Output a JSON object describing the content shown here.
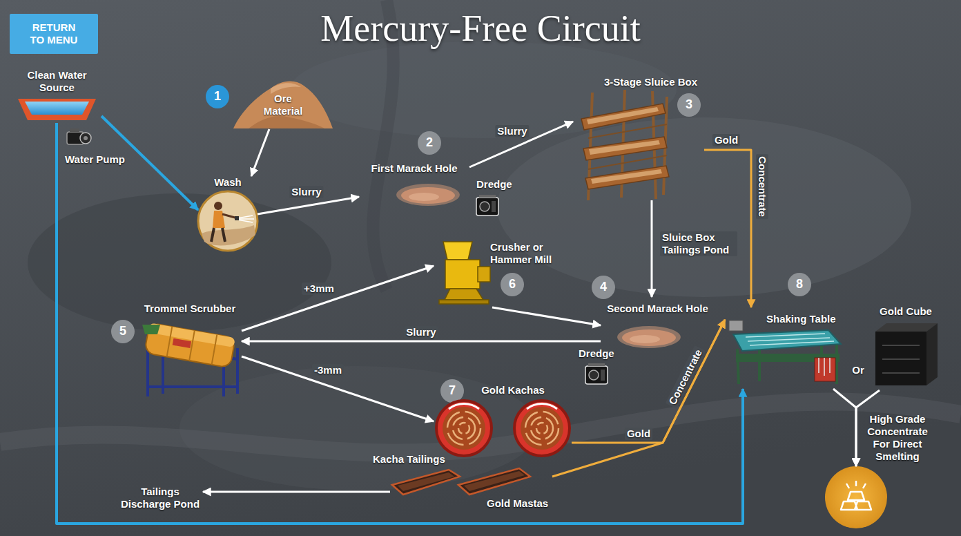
{
  "diagram": {
    "title": "Mercury-Free Circuit",
    "nodes": [
      {
        "text": [
          "RETURN TO MENU"
        ]
      },
      {
        "text": [
          "Clean Water Source"
        ]
      },
      {
        "text": [
          "Ore Material"
        ]
      },
      {
        "text": [
          "Wash"
        ]
      },
      {
        "text": [
          "First Marack Hole"
        ]
      },
      {
        "text": [
          "3-Stage Sluice Box"
        ]
      },
      {
        "text": [
          "Crusher or Hammer Mill"
        ]
      },
      {
        "text": [
          "Trommel Scrubber"
        ]
      },
      {
        "text": [
          "Second Marack Hole"
        ]
      },
      {
        "text": [
          "Shaking Table"
        ]
      },
      {
        "text": [
          "Gold Cube"
        ]
      },
      {
        "text": [
          "Gold Kachas"
        ]
      },
      {
        "text": [
          "High Grade Concentrate For Direct Smelting"
        ]
      },
      {
        "text": [
          "Gold Mastas"
        ]
      },
      {
        "text": [
          "Tailings Discharge Pond"
        ]
      }
    ],
    "edges": [
      {
        "from": 2,
        "to": 3,
        "arrow": "to"
      },
      {
        "from": 1,
        "to": 3,
        "arrow": "to"
      },
      {
        "from": 3,
        "to": 4,
        "label": "Slurry",
        "arrow": "to"
      },
      {
        "from": 4,
        "to": 5,
        "label": "Slurry",
        "arrow": "to"
      },
      {
        "from": 5,
        "to": 9,
        "label": "Gold",
        "arrow": "to"
      },
      {
        "from": 5,
        "to": 8,
        "label": "Sluice Box Tailings Pond",
        "arrow": "to"
      },
      {
        "from": 8,
        "to": 7,
        "label": "Slurry",
        "arrow": "to"
      },
      {
        "from": 7,
        "to": 6,
        "label": "+3mm",
        "arrow": "to"
      },
      {
        "from": 6,
        "to": 8,
        "arrow": "to"
      },
      {
        "from": 7,
        "to": 11,
        "label": "-3mm",
        "arrow": "to"
      },
      {
        "from": 11,
        "to": 9,
        "label": "Gold",
        "arrow": "to"
      },
      {
        "from": 13,
        "to": 9,
        "arrow": "to"
      },
      {
        "from": 13,
        "to": 14,
        "arrow": "to"
      },
      {
        "from": 1,
        "to": 9,
        "arrow": "to"
      },
      {
        "from": 9,
        "to": 12,
        "arrow": "to"
      },
      {
        "from": 10,
        "to": 12,
        "arrow": "to"
      }
    ],
    "labels": [
      "1",
      "Water Pump",
      "2",
      "Dredge",
      "3",
      "Concentrate",
      "4",
      "Dredge",
      "5",
      "6",
      "8",
      "Or",
      "7",
      "Kacha Tailings",
      "Concentrate"
    ]
  }
}
